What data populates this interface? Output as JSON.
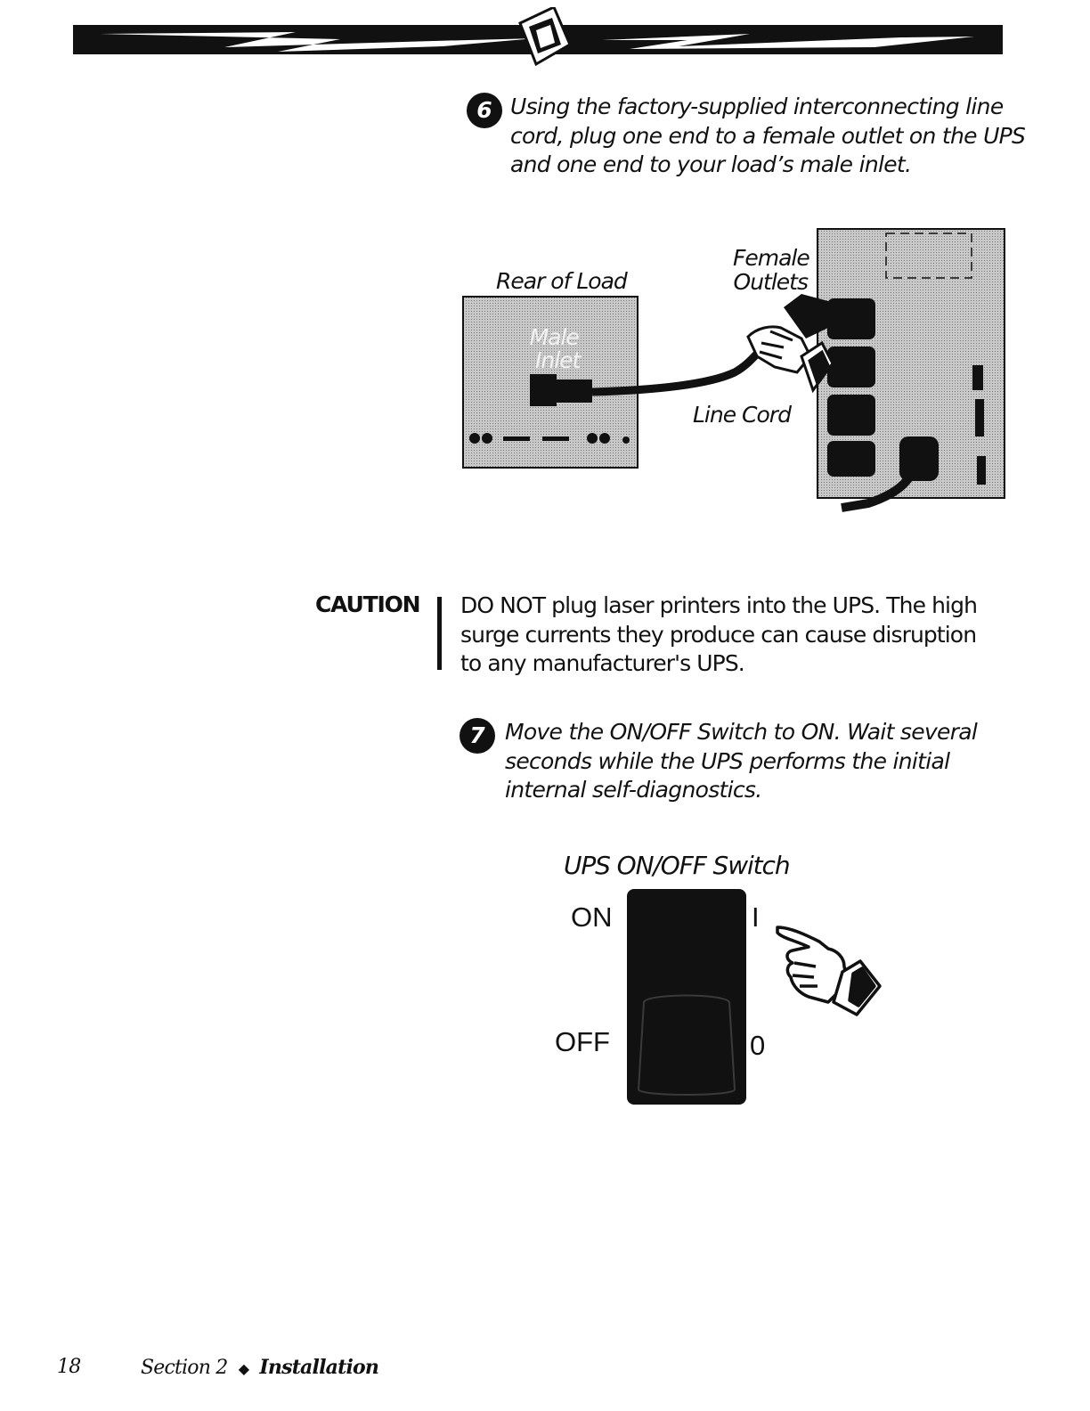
{
  "steps": [
    {
      "number": "6",
      "lines": [
        "Using the factory-supplied interconnecting line",
        "cord, plug one end to a female outlet on the UPS",
        "and one end to your load’s male inlet."
      ]
    },
    {
      "number": "7",
      "lines": [
        "Move the ON/OFF Switch to ON. Wait several",
        "seconds while the UPS performs the initial",
        "internal self-diagnostics."
      ]
    }
  ],
  "diagram_1": {
    "rear_of_load": "Rear of Load",
    "male_inlet": [
      "Male",
      "Inlet"
    ],
    "female_outlets": [
      "Female",
      "Outlets"
    ],
    "line_cord": "Line Cord"
  },
  "caution": {
    "label": "CAUTION",
    "lines": [
      "DO NOT plug laser printers into the UPS. The high",
      "surge currents they produce can cause disruption",
      "to any manufacturer's UPS."
    ]
  },
  "switch_diagram": {
    "title": "UPS ON/OFF Switch",
    "on_label": "ON",
    "off_label": "OFF",
    "on_symbol": "I",
    "off_symbol": "0"
  },
  "footer": {
    "page_number": "18",
    "section": "Section 2",
    "separator": "◆",
    "chapter": "Installation"
  }
}
